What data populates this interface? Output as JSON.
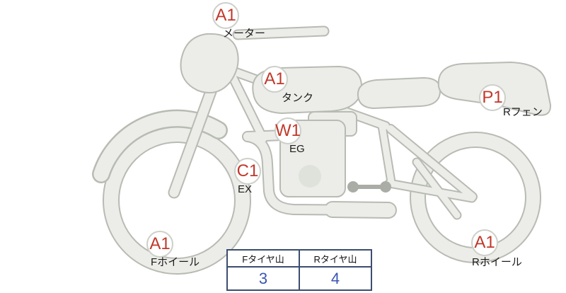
{
  "diagram": {
    "title": "motorcycle-condition-map",
    "grade_color": "#c0392b",
    "body_fill": "#ecede9",
    "body_outline": "#b8bbb3",
    "labels": [
      {
        "grade": "A1",
        "part": "メーター"
      },
      {
        "grade": "A1",
        "part": "タンク"
      },
      {
        "grade": "P1",
        "part": "Rフェン"
      },
      {
        "grade": "W1",
        "part": "EG"
      },
      {
        "grade": "C1",
        "part": "EX"
      },
      {
        "grade": "A1",
        "part": "Fホイール"
      },
      {
        "grade": "A1",
        "part": "Rホイール"
      }
    ]
  },
  "tire_table": {
    "value_color": "#3a55b4",
    "border_color": "#3d4d6f",
    "front": {
      "header": "Fタイヤ山",
      "value": "3"
    },
    "rear": {
      "header": "Rタイヤ山",
      "value": "4"
    }
  }
}
